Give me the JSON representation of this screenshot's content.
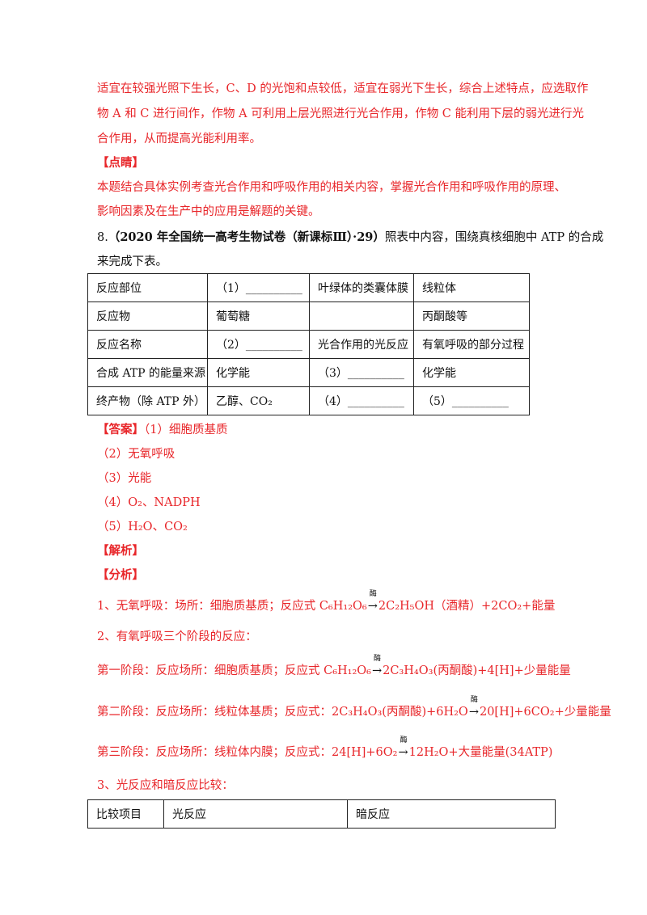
{
  "top_paragraph": [
    "适宜在较强光照下生长，C、D 的光饱和点较低，适宜在弱光下生长，综合上述特点，应选取作",
    "物 A 和 C 进行间作，作物 A 可利用上层光照进行光合作用，作物 C 能利用下层的弱光进行光",
    "合作用，从而提高光能利用率。"
  ],
  "dianjing_label": "【点睛】",
  "dianjing_text": [
    "本题结合具体实例考查光合作用和呼吸作用的相关内容，掌握光合作用和呼吸作用的原理、",
    "影响因素及在生产中的应用是解题的关键。"
  ],
  "question": {
    "number": "8.",
    "source": "（2020 年全国统一高考生物试卷（新课标Ⅲ）·29）",
    "text_1": "照表中内容，围绕真核细胞中 ATP 的合成",
    "text_2": "来完成下表。"
  },
  "table1": {
    "rows": [
      [
        "反应部位",
        "（1）__________",
        "叶绿体的类囊体膜",
        "线粒体"
      ],
      [
        "反应物",
        "葡萄糖",
        "",
        "丙酮酸等"
      ],
      [
        "反应名称",
        "（2）__________",
        "光合作用的光反应",
        "有氧呼吸的部分过程"
      ],
      [
        "合成 ATP 的能量来源",
        "化学能",
        "（3）__________",
        "化学能"
      ],
      [
        "终产物（除 ATP 外）",
        "乙醇、CO₂",
        "（4）__________",
        "（5）__________"
      ]
    ]
  },
  "answer": {
    "label": "【答案】",
    "first": "（1）细胞质基质",
    "items": [
      "（2）无氧呼吸",
      "（3）光能",
      "（4）O₂、NADPH",
      "（5）H₂O、CO₂"
    ]
  },
  "jiexi_label": "【解析】",
  "fenxi_label": "【分析】",
  "analysis": {
    "arrow_cond": "酶",
    "l1_pre": "1、无氧呼吸：场所：细胞质基质；反应式 C₆H₁₂O₆",
    "l1_post": "2C₂H₅OH（酒精）+2CO₂+能量",
    "l2": "2、有氧呼吸三个阶段的反应：",
    "l3_pre": "第一阶段：反应场所：细胞质基质；反应式 C₆H₁₂O₆",
    "l3_post": "2C₃H₄O₃(丙酮酸)+4[H]+少量能量",
    "l4_pre": "第二阶段：反应场所：线粒体基质；反应式：2C₃H₄O₃(丙酮酸)+6H₂O",
    "l4_post": "20[H]+6CO₂+少量能量",
    "l5_pre": "第三阶段：反应场所：线粒体内膜；反应式：24[H]+6O₂",
    "l5_post": "12H₂O+大量能量(34ATP)",
    "l6": "3、光反应和暗反应比较："
  },
  "table2": {
    "header": [
      "比较项目",
      "光反应",
      "暗反应"
    ]
  }
}
